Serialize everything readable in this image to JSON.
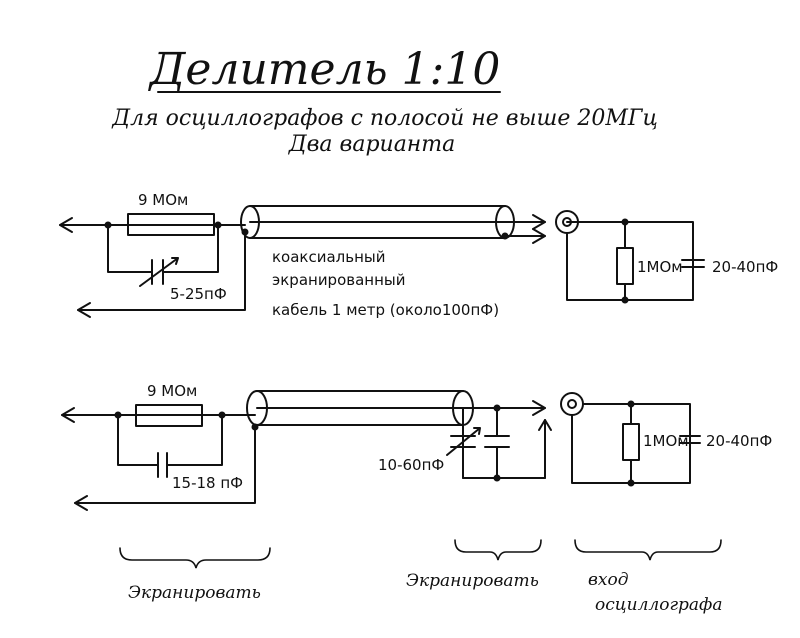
{
  "title": "Делитель 1:10",
  "subtitle": "Для осциллографов с полосой не выше 20МГц",
  "subtitle2": "Два варианта",
  "variant1": {
    "resistor": "9 МОм",
    "capacitor": "5-25пФ",
    "cable_line1": "коаксиальный",
    "cable_line2": "экранированный",
    "cable_line3": "кабель 1 метр (около100пФ)",
    "scope_resistor": "1МОм",
    "scope_capacitor": "20-40пФ"
  },
  "variant2": {
    "resistor": "9 МОм",
    "capacitor": "15-18 пФ",
    "trim_capacitor": "10-60пФ",
    "scope_resistor": "1МОм",
    "scope_capacitor": "20-40пФ"
  },
  "notes": {
    "shield_left": "Экранировать",
    "shield_right": "Экранировать",
    "scope_input_line1": "вход",
    "scope_input_line2": "осциллографа"
  }
}
